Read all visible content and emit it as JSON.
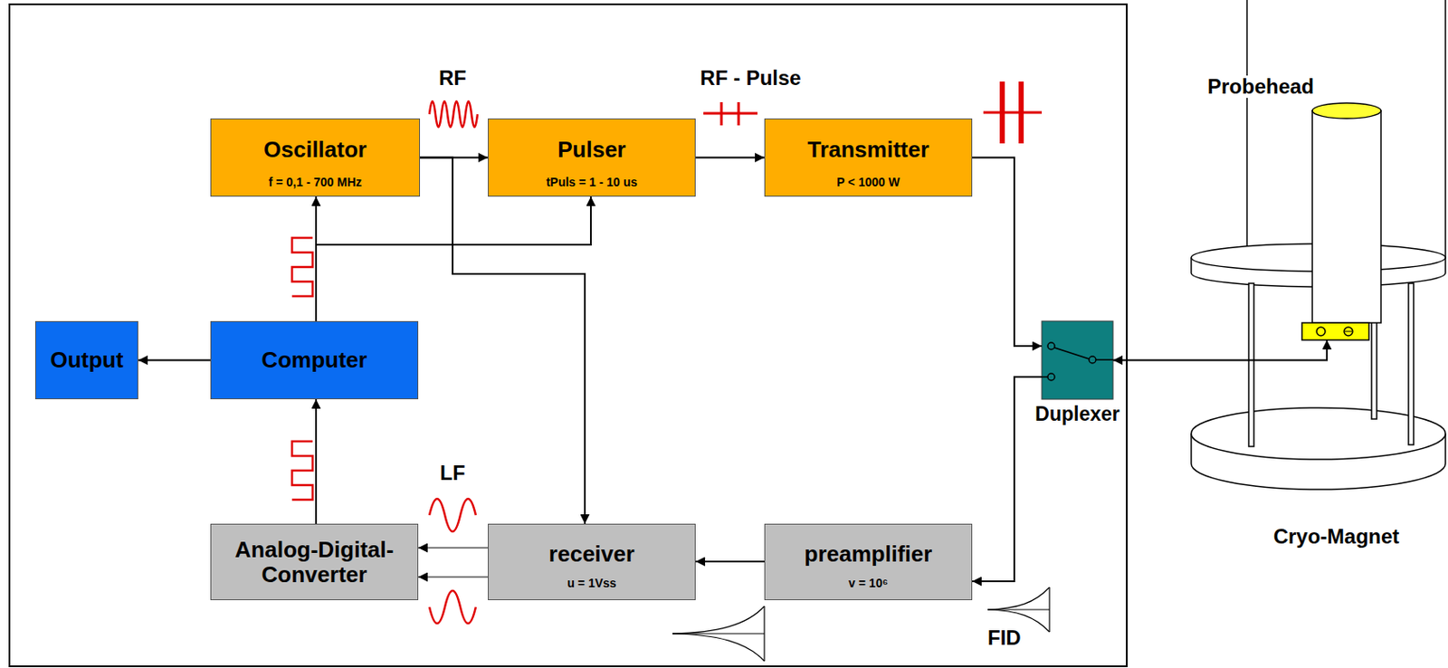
{
  "diagram": {
    "nodes": [
      {
        "text": [
          "Oscillator",
          "f = 0,1 - 700 MHz"
        ]
      },
      {
        "text": [
          "Pulser",
          "tPuls = 1 - 10 us"
        ]
      },
      {
        "text": [
          "Transmitter",
          "P < 1000 W"
        ]
      },
      {
        "text": [
          "Cryo-Magnet"
        ]
      },
      {
        "text": [
          "Probehead"
        ],
        "in": 3
      },
      {
        "text": [
          "Output"
        ]
      },
      {
        "text": [
          "Computer"
        ]
      },
      {
        "text": [
          "Duplexer"
        ]
      },
      {
        "text": [
          "Analog-Digital- Converter"
        ]
      },
      {
        "text": [
          "receiver",
          "u = 1Vss"
        ]
      },
      {
        "text": [
          "preamplifier",
          "v = 10⁶"
        ]
      }
    ],
    "edges": [
      {
        "from": 0,
        "to": 1,
        "arrow": "to"
      },
      {
        "from": 0,
        "to": 9,
        "arrow": "to"
      },
      {
        "from": 1,
        "to": 2,
        "arrow": "to"
      },
      {
        "from": 2,
        "to": 7,
        "arrow": "to"
      },
      {
        "from": 7,
        "to": 10,
        "arrow": "to"
      },
      {
        "from": 10,
        "to": 9,
        "arrow": "to"
      },
      {
        "from": 9,
        "to": 8,
        "arrow": "to"
      },
      {
        "from": 9,
        "to": 8,
        "arrow": "to"
      },
      {
        "from": 8,
        "to": 6,
        "arrow": "to"
      },
      {
        "from": 6,
        "to": 0,
        "arrow": "to"
      },
      {
        "from": 6,
        "to": 1,
        "arrow": "to"
      },
      {
        "from": 6,
        "to": 5,
        "arrow": "to"
      },
      {
        "from": 7,
        "to": 4,
        "arrow": "both"
      }
    ],
    "labels": [
      "RF",
      "RF - Pulse",
      "LF",
      "FID"
    ]
  }
}
